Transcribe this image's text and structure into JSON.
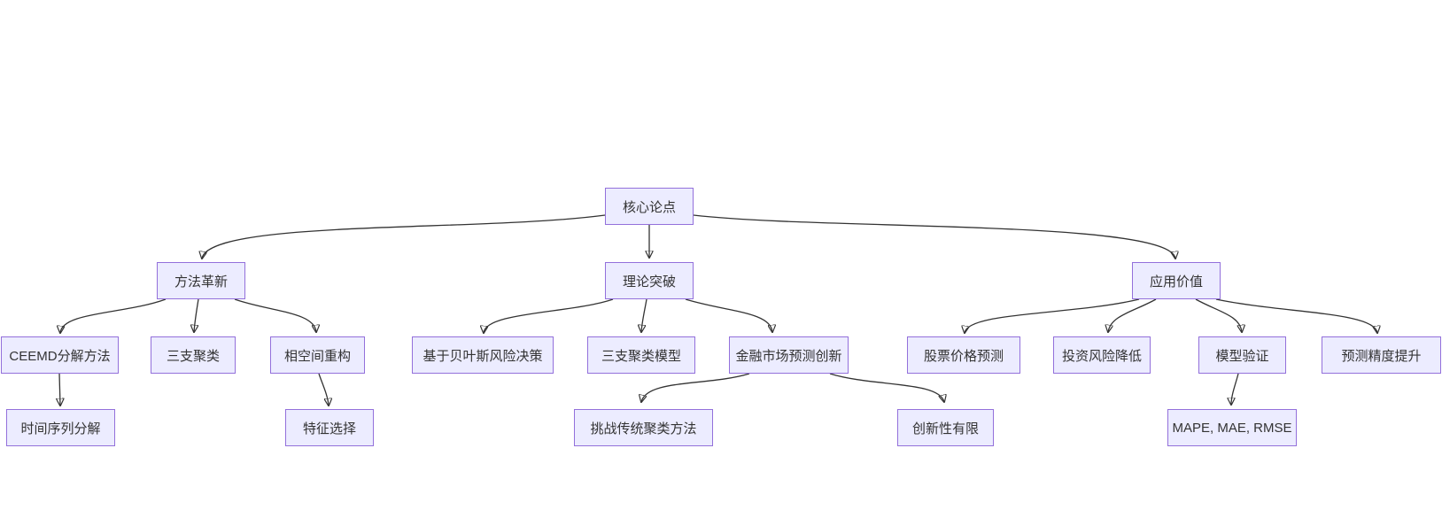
{
  "diagram": {
    "type": "flowchart-top-down",
    "background_color": "#ffffff",
    "node_fill_color": "#ECECFF",
    "node_border_color": "#9370DB",
    "text_color": "#333333",
    "edge_color": "#333333",
    "nodes": {
      "core": {
        "label": "核心论点"
      },
      "method": {
        "label": "方法革新"
      },
      "theory": {
        "label": "理论突破"
      },
      "value": {
        "label": "应用价值"
      },
      "ceemd": {
        "label": "CEEMD分解方法"
      },
      "three_way": {
        "label": "三支聚类"
      },
      "phase": {
        "label": "相空间重构"
      },
      "bayes": {
        "label": "基于贝叶斯风险决策"
      },
      "three_model": {
        "label": "三支聚类模型"
      },
      "finance": {
        "label": "金融市场预测创新"
      },
      "stock": {
        "label": "股票价格预测"
      },
      "invest": {
        "label": "投资风险降低"
      },
      "validate": {
        "label": "模型验证"
      },
      "accuracy": {
        "label": "预测精度提升"
      },
      "ts_decomp": {
        "label": "时间序列分解"
      },
      "feature": {
        "label": "特征选择"
      },
      "challenge": {
        "label": "挑战传统聚类方法"
      },
      "limited": {
        "label": "创新性有限"
      },
      "metrics": {
        "label": "MAPE, MAE, RMSE"
      }
    },
    "edges": [
      {
        "from": "core",
        "to": "method"
      },
      {
        "from": "core",
        "to": "theory"
      },
      {
        "from": "core",
        "to": "value"
      },
      {
        "from": "method",
        "to": "ceemd"
      },
      {
        "from": "method",
        "to": "three_way"
      },
      {
        "from": "method",
        "to": "phase"
      },
      {
        "from": "theory",
        "to": "bayes"
      },
      {
        "from": "theory",
        "to": "three_model"
      },
      {
        "from": "theory",
        "to": "finance"
      },
      {
        "from": "value",
        "to": "stock"
      },
      {
        "from": "value",
        "to": "invest"
      },
      {
        "from": "value",
        "to": "validate"
      },
      {
        "from": "value",
        "to": "accuracy"
      },
      {
        "from": "ceemd",
        "to": "ts_decomp"
      },
      {
        "from": "phase",
        "to": "feature"
      },
      {
        "from": "finance",
        "to": "challenge"
      },
      {
        "from": "finance",
        "to": "limited"
      },
      {
        "from": "validate",
        "to": "metrics"
      }
    ]
  }
}
